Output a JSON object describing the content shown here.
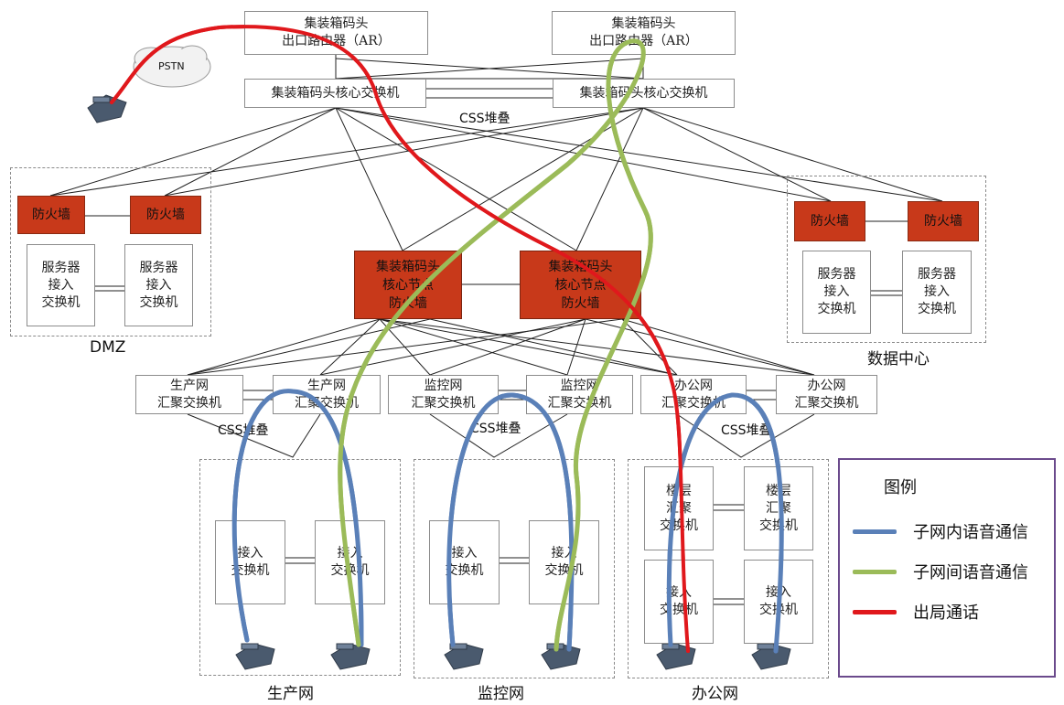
{
  "diagram": {
    "ar_router": [
      "集装箱码头",
      "出口路由器（AR）"
    ],
    "core_switch": "集装箱码头核心交换机",
    "css_label": "CSS堆叠",
    "pstn_label": "PSTN",
    "firewall": "防火墙",
    "server_switch": [
      "服务器",
      "接入",
      "交换机"
    ],
    "core_firewall": [
      "集装箱码头",
      "核心节点",
      "防火墙"
    ],
    "zones": {
      "dmz": "DMZ",
      "datacenter": "数据中心",
      "production": "生产网",
      "monitoring": "监控网",
      "office": "办公网"
    },
    "agg_switches": {
      "production": [
        "生产网",
        "汇聚交换机"
      ],
      "monitoring": [
        "监控网",
        "汇聚交换机"
      ],
      "office": [
        "办公网",
        "汇聚交换机"
      ]
    },
    "access_switch": [
      "接入",
      "交换机"
    ],
    "floor_switch": [
      "楼层",
      "汇聚",
      "交换机"
    ]
  },
  "legend": {
    "title": "图例",
    "items": [
      {
        "label": "子网内语音通信",
        "color": "#5a80b8"
      },
      {
        "label": "子网间语音通信",
        "color": "#9bbb59"
      },
      {
        "label": "出局通话",
        "color": "#e0181c"
      }
    ]
  },
  "colors": {
    "firewall_fill": "#c8391a",
    "zone_border": "#8a8a8a",
    "legend_border": "#6b4a8c"
  }
}
